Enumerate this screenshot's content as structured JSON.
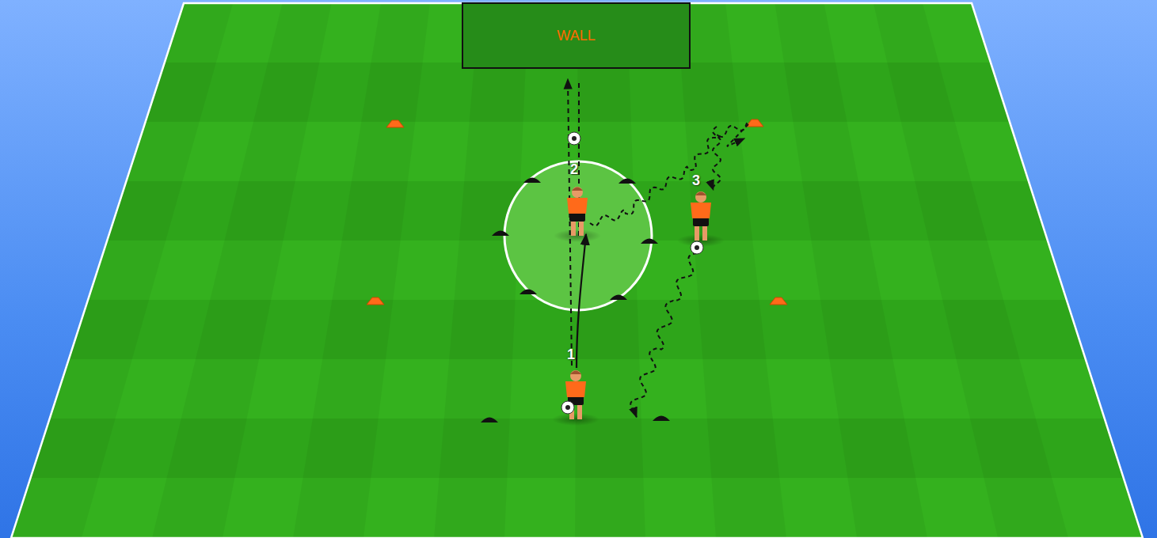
{
  "diagram": {
    "nodes": [
      {
        "text": [
          "WALL"
        ]
      }
    ],
    "labels": [
      "2",
      "3",
      "1"
    ]
  }
}
